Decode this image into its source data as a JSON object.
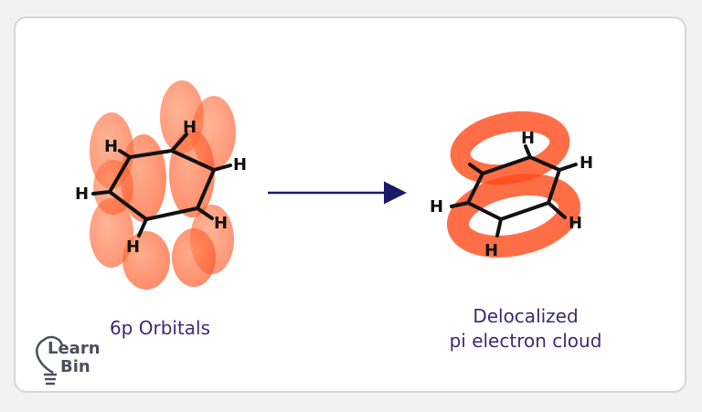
{
  "labels": {
    "left_caption": "6p Orbitals",
    "right_caption_line1": "Delocalized",
    "right_caption_line2": "pi electron cloud",
    "hydrogen": "H"
  },
  "logo": {
    "line1": "Learn",
    "line2": "Bin"
  },
  "colors": {
    "orbital": "#ff5a2a",
    "bond": "#111111",
    "arrow": "#1a1a66",
    "caption": "#3b2a73"
  }
}
